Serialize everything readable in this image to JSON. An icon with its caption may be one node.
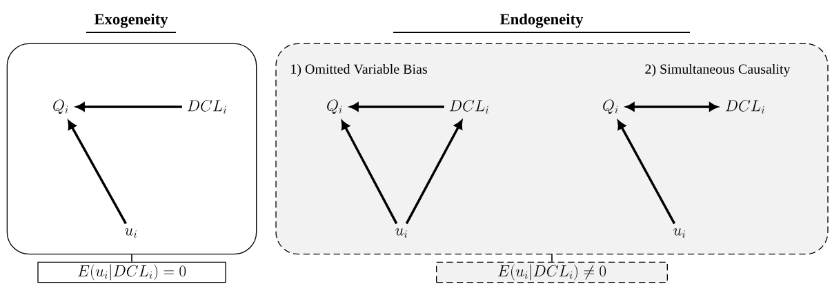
{
  "diagram": {
    "nodes": [
      {
        "text": [
          "Exogeneity"
        ]
      },
      {
        "text": [
          "Q_i"
        ],
        "in": 0
      },
      {
        "text": [
          "DCL_i"
        ],
        "in": 0
      },
      {
        "text": [
          "u_i"
        ],
        "in": 0
      },
      {
        "text": [
          "Endogeneity"
        ]
      },
      {
        "text": [
          "Q_i"
        ],
        "in": 4
      },
      {
        "text": [
          "DCL_i"
        ],
        "in": 4
      },
      {
        "text": [
          "u_i"
        ],
        "in": 4
      },
      {
        "text": [
          "Q_i"
        ],
        "in": 4
      },
      {
        "text": [
          "DCL_i"
        ],
        "in": 4
      },
      {
        "text": [
          "u_i"
        ],
        "in": 4
      },
      {
        "text": [
          "E(u_i|DCL_i) = 0"
        ]
      },
      {
        "text": [
          "E(u_i|DCL_i) \\neq 0"
        ]
      }
    ],
    "edges": [
      {
        "from": 2,
        "to": 1,
        "arrow": "to"
      },
      {
        "from": 3,
        "to": 1,
        "arrow": "to"
      },
      {
        "from": 6,
        "to": 5,
        "arrow": "to"
      },
      {
        "from": 7,
        "to": 5,
        "arrow": "to"
      },
      {
        "from": 7,
        "to": 6,
        "arrow": "to"
      },
      {
        "from": 8,
        "to": 9,
        "arrow": "both"
      },
      {
        "from": 10,
        "to": 8,
        "arrow": "to"
      },
      {
        "from": 0,
        "to": 11,
        "arrow": "none"
      },
      {
        "from": 4,
        "to": 12,
        "arrow": "none"
      }
    ],
    "labels": [
      "1) Omitted Variable Bias",
      "2) Simultaneous Causality"
    ]
  }
}
